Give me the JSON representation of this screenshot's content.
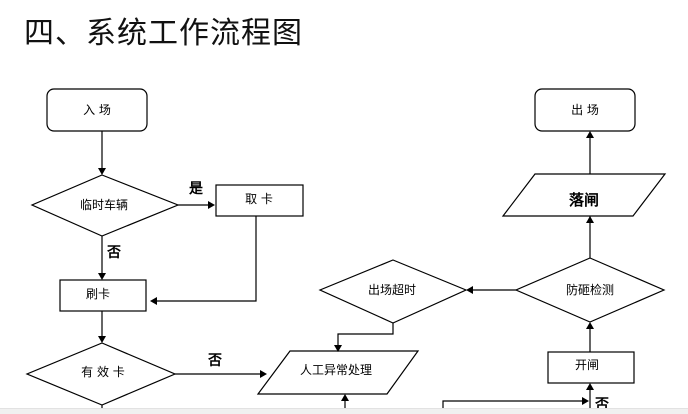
{
  "page": {
    "title": "四、系统工作流程图"
  },
  "nodes": {
    "entry": "入 场",
    "temp_vehicle": "临时车辆",
    "take_card": "取 卡",
    "swipe_card": "刷卡",
    "valid_card": "有 效 卡",
    "manual_handling": "人工异常处理",
    "timeout": "出场超时",
    "anti_smash": "防砸检测",
    "open_gate": "开闸",
    "close_gate": "落闸",
    "exit": "出 场"
  },
  "edges": {
    "temp_yes": "是",
    "temp_no": "否",
    "valid_no": "否",
    "open_no": "否"
  }
}
